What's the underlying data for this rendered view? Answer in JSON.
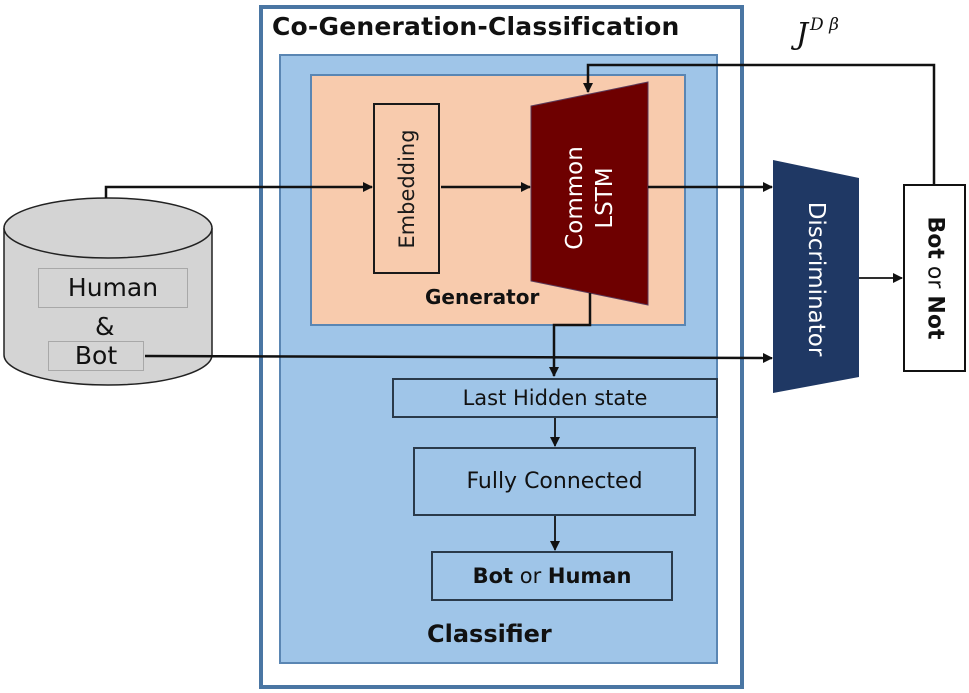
{
  "diagram": {
    "outer_title": "Co-Generation-Classification",
    "feedback_label": {
      "base": "J",
      "superscript": "D β"
    },
    "database": {
      "top_label": "Human",
      "ampersand": "&",
      "bottom_label": "Bot"
    },
    "generator": {
      "label": "Generator",
      "embedding_label": "Embedding",
      "lstm_line1": "Common",
      "lstm_line2": "LSTM"
    },
    "classifier": {
      "label": "Classifier",
      "last_hidden_state": "Last Hidden state",
      "fully_connected": "Fully Connected",
      "output": {
        "part1": "Bot",
        "connector": " or ",
        "part2": "Human"
      }
    },
    "discriminator": {
      "label": "Discriminator"
    },
    "discriminator_output": {
      "part1": "Bot",
      "connector": " or ",
      "part2": "Not"
    },
    "colors": {
      "outer_border": "#4a76a3",
      "classifier_fill": "#9fc5e8",
      "generator_fill": "#f8cbad",
      "lstm_fill": "#6e0000",
      "discriminator_fill": "#1f3864",
      "database_fill": "#d4d4d4"
    }
  }
}
